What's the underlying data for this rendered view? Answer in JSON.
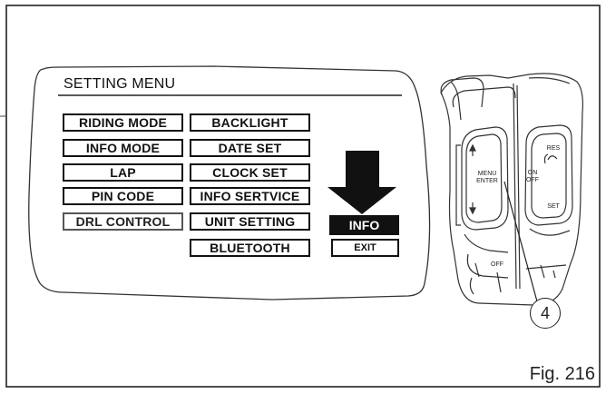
{
  "menu": {
    "title": "SETTING MENU",
    "column_left": [
      "RIDING MODE",
      "INFO MODE",
      "LAP",
      "PIN CODE",
      "DRL CONTROL"
    ],
    "column_right": [
      "BACKLIGHT",
      "DATE SET",
      "CLOCK SET",
      "INFO SERTVICE",
      "UNIT SETTING",
      "BLUETOOTH"
    ],
    "selected": "INFO",
    "exit": "EXIT"
  },
  "controller": {
    "menu_label": "MENU",
    "enter_label": "ENTER",
    "on_label": "ON",
    "off_label": "OFF",
    "res_label": "RES",
    "set_label": "SET",
    "off_bottom": "OFF",
    "callout": "4"
  },
  "caption": "Fig. 216"
}
